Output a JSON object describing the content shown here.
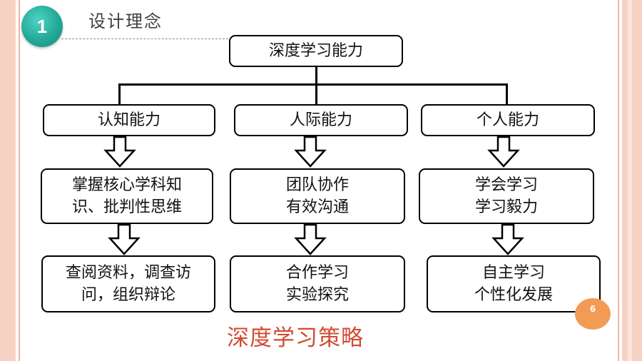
{
  "slide": {
    "section_number": "1",
    "heading": "设计理念",
    "page_number": "6"
  },
  "diagram": {
    "root": "深度学习能力",
    "branches": [
      {
        "title": "认知能力",
        "detail": "掌握核心学科知\n识、批判性思维",
        "strategy": "查阅资料，调查访\n问，组织辩论"
      },
      {
        "title": "人际能力",
        "detail": "团队协作\n有效沟通",
        "strategy": "合作学习\n实验探究"
      },
      {
        "title": "个人能力",
        "detail": "学会学习\n学习毅力",
        "strategy": "自主学习\n个性化发展"
      }
    ],
    "footer_label": "深度学习策略"
  },
  "colors": {
    "frame": "#f7d2c3",
    "badge_teal": "#23a999",
    "footer_red": "#d34a32",
    "page_badge": "#f29b55"
  }
}
